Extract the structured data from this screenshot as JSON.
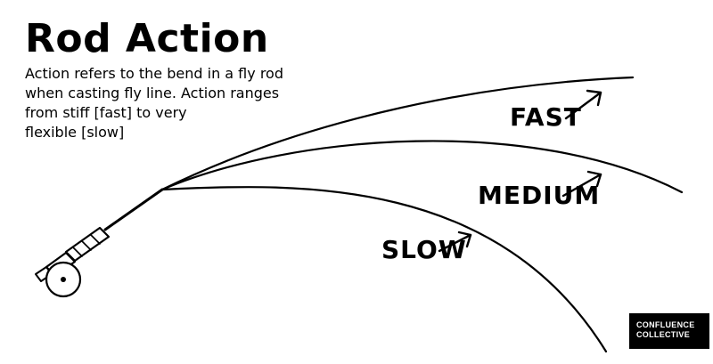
{
  "title": "Rod Action",
  "description_lines": [
    "Action refers to the bend in a fly rod",
    "when casting fly line. Action ranges",
    "from stiff [fast] to very",
    "flexible [slow]"
  ],
  "curves": {
    "fast": {
      "label": "FAST"
    },
    "medium": {
      "label": "MEDIUM"
    },
    "slow": {
      "label": "SLOW"
    }
  },
  "logo": {
    "line1": "CONFLUENCE",
    "line2": "COLLECTIVE"
  },
  "colors": {
    "ink": "#000000",
    "background": "#ffffff"
  }
}
